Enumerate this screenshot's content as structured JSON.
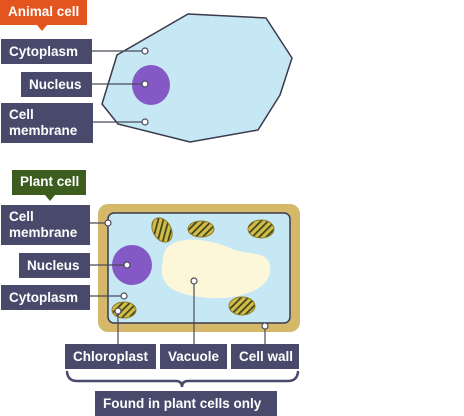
{
  "animal": {
    "heading": "Animal cell",
    "labels": {
      "cytoplasm": "Cytoplasm",
      "nucleus": "Nucleus",
      "membrane_line1": "Cell",
      "membrane_line2": "membrane"
    }
  },
  "plant": {
    "heading": "Plant cell",
    "labels": {
      "membrane_line1": "Cell",
      "membrane_line2": "membrane",
      "nucleus": "Nucleus",
      "cytoplasm": "Cytoplasm",
      "chloroplast": "Chloroplast",
      "vacuole": "Vacuole",
      "cell_wall": "Cell wall"
    },
    "footer": "Found in plant cells only"
  },
  "colors": {
    "cytoplasm": "#c6e8f5",
    "nucleus": "#8459c6",
    "cell_wall": "#d6b86a",
    "vacuole": "#fdf7d9",
    "chloroplast": "#d5bb48",
    "label_bg": "#48496b",
    "animal_heading": "#e4541e",
    "plant_heading": "#3d5d1f",
    "line": "#4a4a5c"
  }
}
